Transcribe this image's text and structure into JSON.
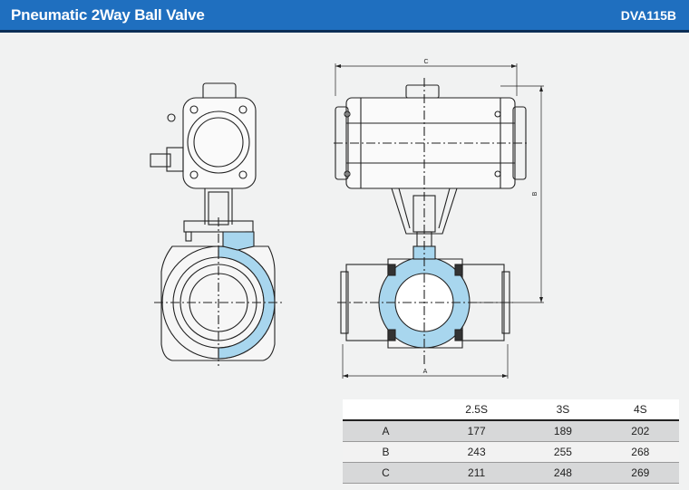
{
  "header": {
    "title": "Pneumatic 2Way Ball Valve",
    "model_code": "DVA115B"
  },
  "drawing": {
    "dim_labels": [
      "C",
      "B",
      "A"
    ]
  },
  "dimension_table": {
    "columns": [
      "",
      "2.5S",
      "3S",
      "4S"
    ],
    "rows": [
      {
        "label": "A",
        "values": [
          "177",
          "189",
          "202"
        ]
      },
      {
        "label": "B",
        "values": [
          "243",
          "255",
          "268"
        ]
      },
      {
        "label": "C",
        "values": [
          "211",
          "248",
          "269"
        ]
      }
    ]
  },
  "colors": {
    "header_bg": "#1f6fbf",
    "header_rule": "#0c2f57",
    "section_fill": "#a8d6ee"
  }
}
